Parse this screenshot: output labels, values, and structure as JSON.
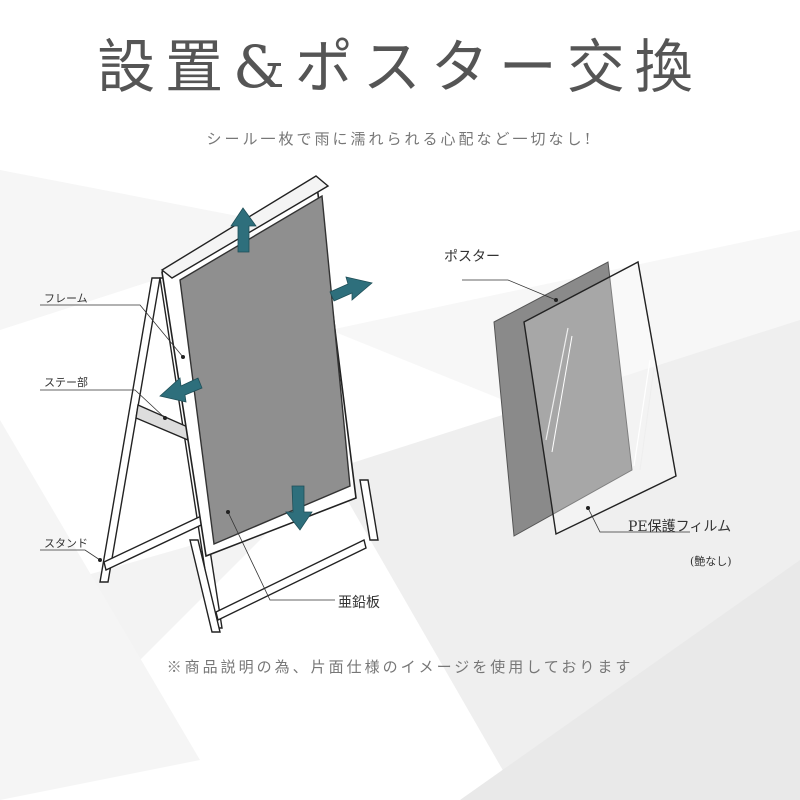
{
  "title": "設置&ポスター交換",
  "subtitle": "シール一枚で雨に濡れられる心配など一切なし!",
  "labels": {
    "frame": "フレーム",
    "stay": "ステー部",
    "stand": "スタンド",
    "zinc_plate": "亜鉛板",
    "poster": "ポスター",
    "pe_film": "PE保護フィルム",
    "matte": "(艶なし)"
  },
  "footnote": "※商品説明の為、片面仕様のイメージを使用しております",
  "colors": {
    "arrow": "#2e6f7c",
    "panel": "#8f8f8f",
    "poster": "#8a8a8a",
    "frame": "#ffffff"
  },
  "icons": [
    "arrow-up-icon",
    "arrow-right-icon",
    "arrow-left-icon",
    "arrow-down-icon"
  ]
}
